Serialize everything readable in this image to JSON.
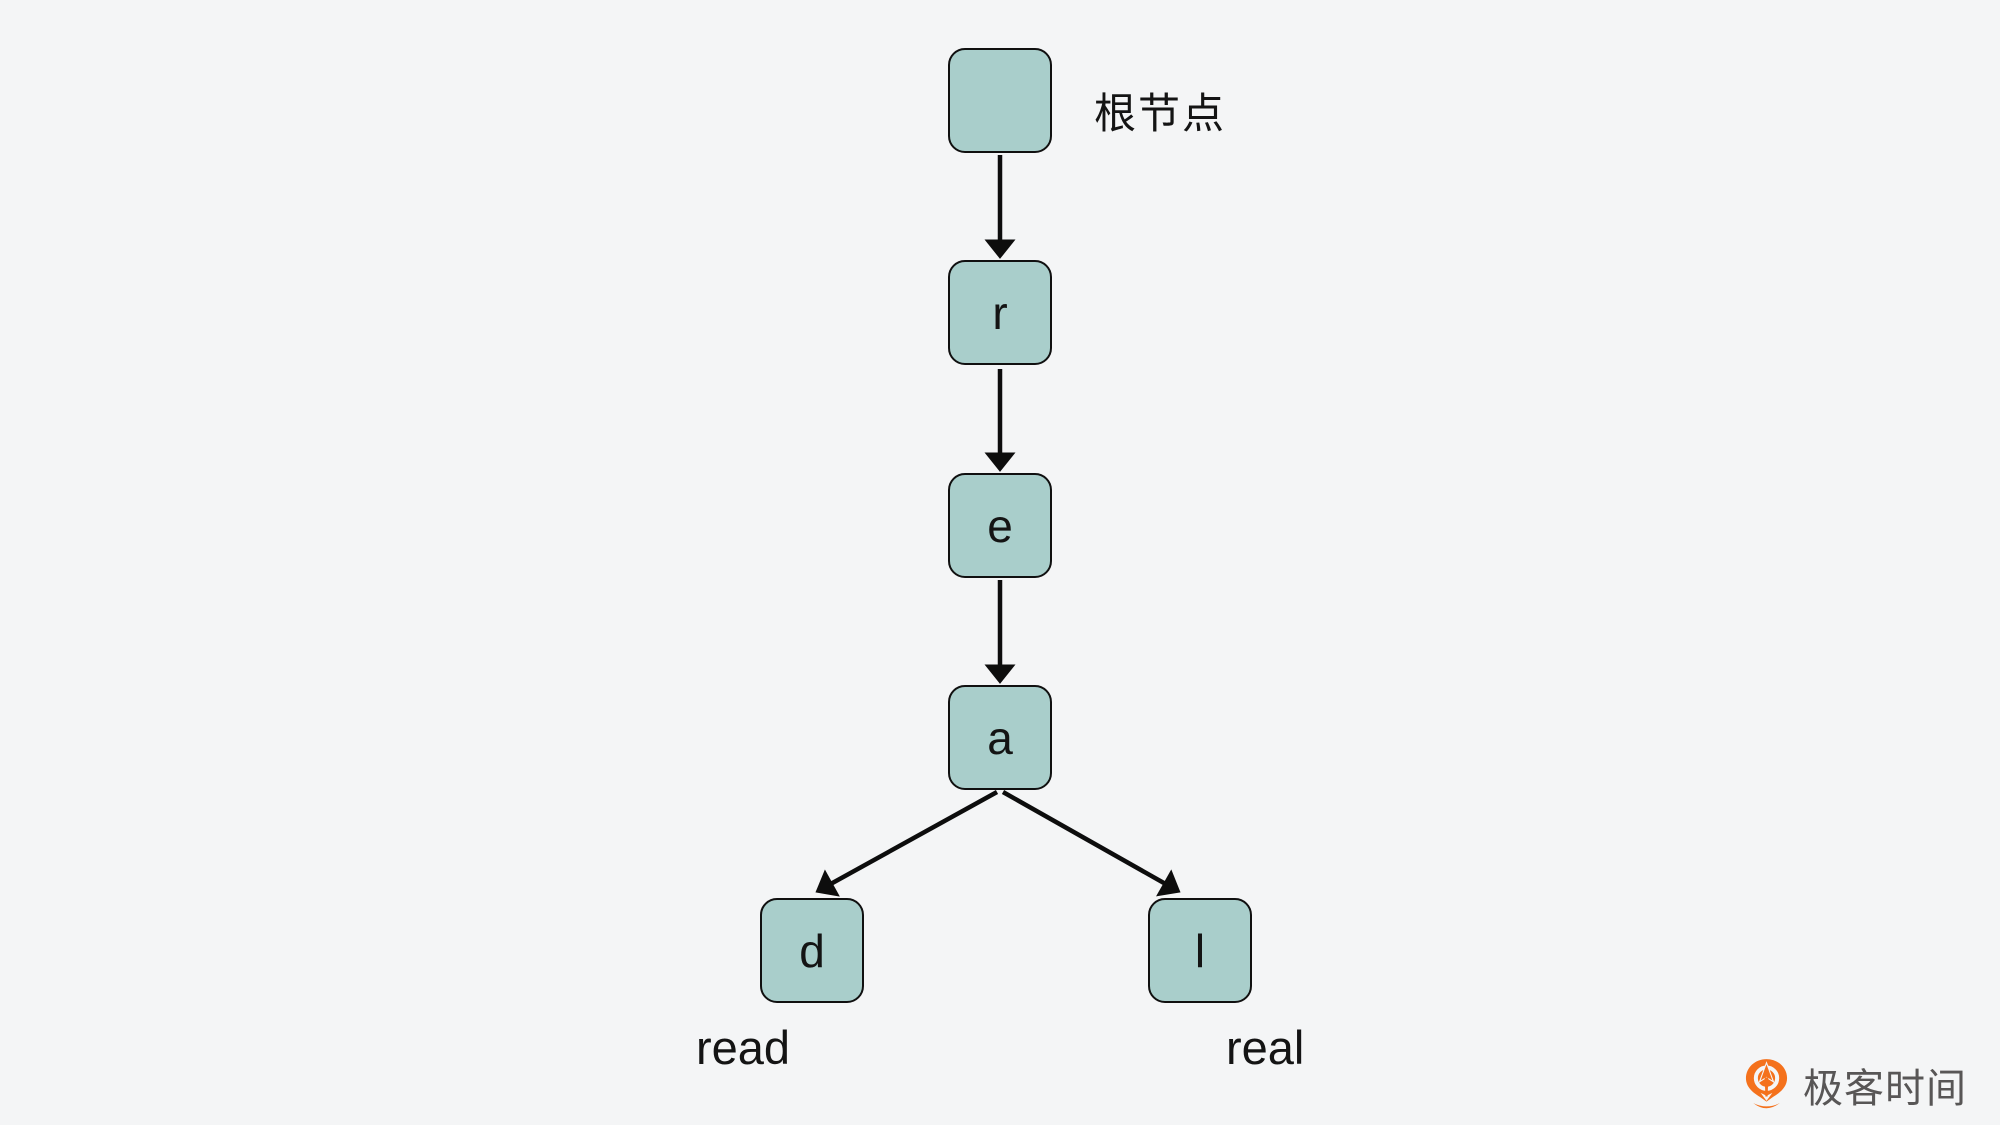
{
  "diagram": {
    "type": "trie",
    "root_annotation": "根节点",
    "nodes": [
      {
        "id": "root",
        "label": ""
      },
      {
        "id": "r",
        "label": "r"
      },
      {
        "id": "e",
        "label": "e"
      },
      {
        "id": "a",
        "label": "a"
      },
      {
        "id": "d",
        "label": "d"
      },
      {
        "id": "l",
        "label": "l"
      }
    ],
    "edges": [
      [
        "root",
        "r"
      ],
      [
        "r",
        "e"
      ],
      [
        "e",
        "a"
      ],
      [
        "a",
        "d"
      ],
      [
        "a",
        "l"
      ]
    ],
    "words": [
      {
        "text": "read",
        "under_node": "d"
      },
      {
        "text": "real",
        "under_node": "l"
      }
    ],
    "colors": {
      "background": "#f4f5f6",
      "node_fill": "#a9cecb",
      "node_border": "#101010",
      "arrow": "#0d0d0d",
      "text": "#141414"
    }
  },
  "branding": {
    "logo_text": "极客时间",
    "logo_icon": "geektime-pin-icon",
    "logo_orange": "#f4711c",
    "logo_text_color": "#585656"
  }
}
